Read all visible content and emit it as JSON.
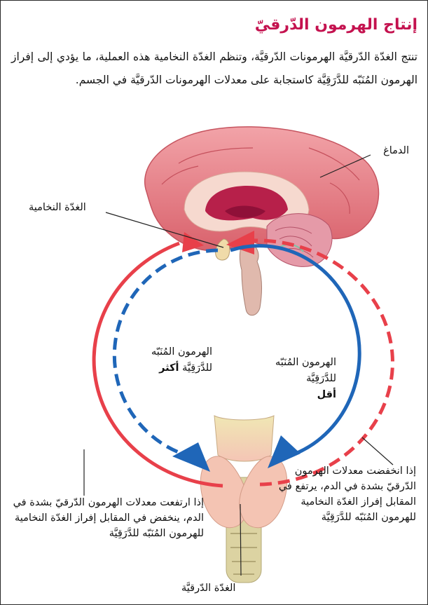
{
  "title": "إنتاج الهرمون الدّرقيّ",
  "intro": "تنتج الغدّة الدّرقيَّة الهرمونات الدّرقيَّة، وتنظم الغدّة النخامية هذه العملية، ما يؤدي إلى إفراز الهرمون المُنَبّه للدَّرَقِيَّة كاستجابة على معدلات الهرمونات الدّرقيَّة في الجسم.",
  "labels": {
    "brain": "الدماغ",
    "pituitary": "الغدّة النخامية",
    "tsh_high_l1": "الهرمون المُنَبّه",
    "tsh_high_l2a": "للدَّرَقِيَّة ",
    "tsh_high_l2b": "أكثر",
    "tsh_low_l1": "الهرمون المُنَبّه",
    "tsh_low_l2": "للدَّرَقِيَّة",
    "tsh_low_l3": "أقل",
    "thyroid": "الغدّة الدّرقيَّة",
    "hormone_up": "إذا ارتفعت معدلات الهرمون الدّرقيّ بشدة في الدم، ينخفض في المقابل إفراز الغدّة النخامية للهرمون المُنَبّه للدَّرَقِيَّة",
    "hormone_down": "إذا انخفضت معدلات الهرمون الدّرقيّ بشدة في الدم، يرتفع في المقابل إفراز الغدّة النخامية للهرمون المُنَبّه للدَّرَقِيَّة"
  },
  "colors": {
    "title": "#c4124f",
    "red_arrow": "#e8404a",
    "blue_arrow": "#1f66b8",
    "brain": "#e07a82",
    "thyroid": "#f2c6b4"
  },
  "icons": [
    "brain-illustration",
    "pituitary-gland-illustration",
    "thyroid-gland-illustration",
    "feedback-arrow"
  ]
}
